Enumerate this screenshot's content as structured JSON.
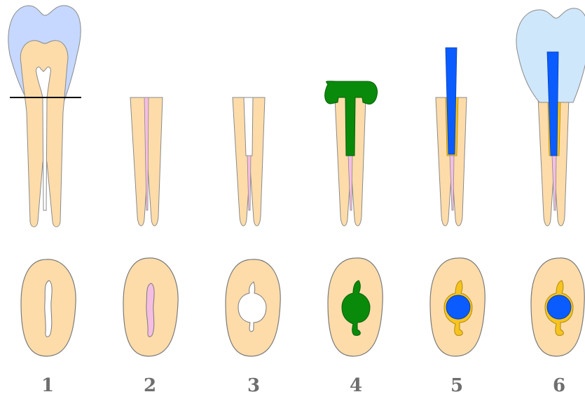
{
  "colors": {
    "dentin": "#fddcaa",
    "dentin_outline": "#8a8a8a",
    "enamel_natural": "#c6d8ff",
    "enamel_crown": "#cfe7fb",
    "pulp": "#f6bde2",
    "filling_green": "#0a8a0a",
    "post_blue": "#0b5cff",
    "cement_yellow": "#f7c41f",
    "cut_line": "#000000",
    "label": "#6e6e6e"
  },
  "steps": [
    {
      "number": "1"
    },
    {
      "number": "2"
    },
    {
      "number": "3"
    },
    {
      "number": "4"
    },
    {
      "number": "5"
    },
    {
      "number": "6"
    }
  ]
}
